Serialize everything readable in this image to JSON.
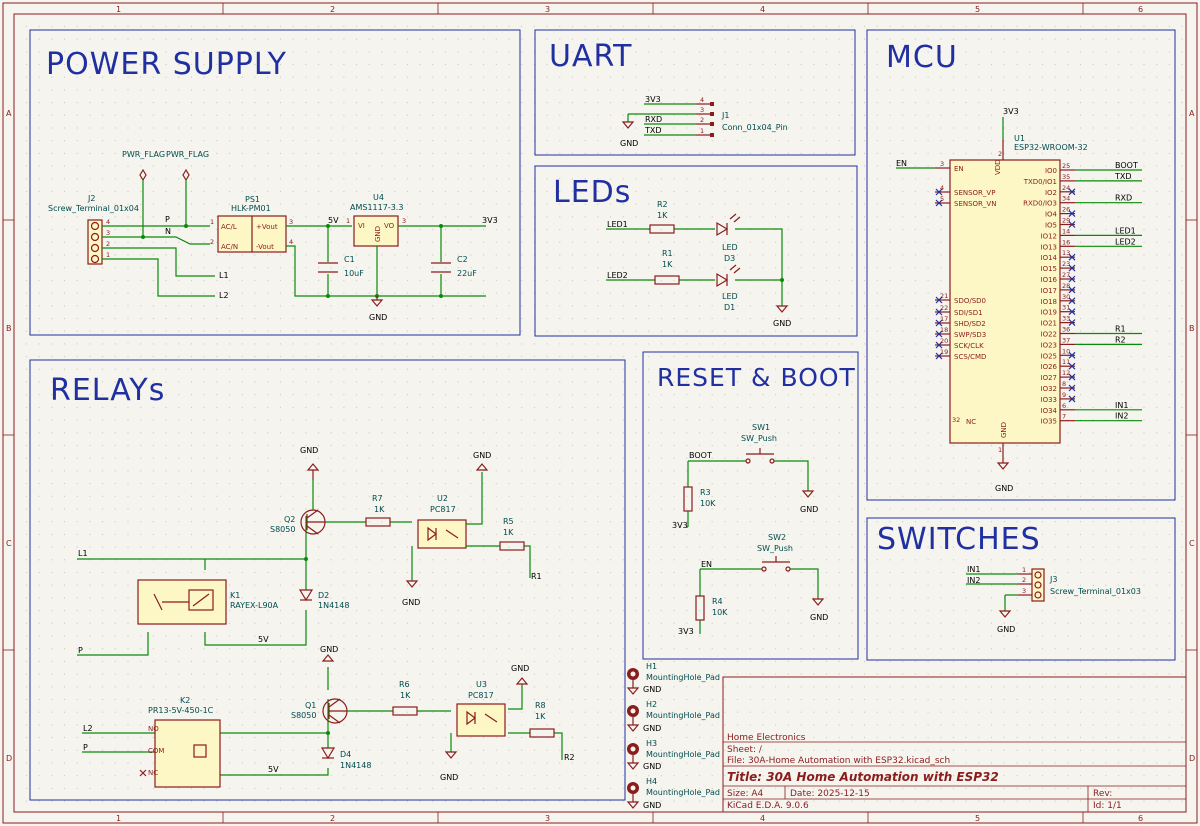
{
  "sections": {
    "power": "POWER SUPPLY",
    "uart": "UART",
    "mcu": "MCU",
    "leds": "LEDs",
    "relays": "RELAYs",
    "reset": "RESET & BOOT",
    "switches": "SWITCHES"
  },
  "frame": {
    "cols": [
      "1",
      "2",
      "3",
      "4",
      "5",
      "6"
    ],
    "rows": [
      "A",
      "B",
      "C",
      "D"
    ]
  },
  "power": {
    "j2_ref": "J2",
    "j2_val": "Screw_Terminal_01x04",
    "pwr_flag1": "PWR_FLAG",
    "pwr_flag2": "PWR_FLAG",
    "ps1_ref": "PS1",
    "ps1_val": "HLK-PM01",
    "ps1_pins": [
      "AC/L",
      "AC/N",
      "+Vout",
      "-Vout"
    ],
    "u4_ref": "U4",
    "u4_val": "AMS1117-3.3",
    "u4_pins": [
      "VI",
      "VO",
      "GND"
    ],
    "c1_ref": "C1",
    "c1_val": "10uF",
    "c2_ref": "C2",
    "c2_val": "22uF",
    "nets": {
      "p": "P",
      "n": "N",
      "v5": "5V",
      "v33": "3V3",
      "l1": "L1",
      "l2": "L2",
      "gnd": "GND"
    },
    "pin_nums": [
      "1",
      "2",
      "3",
      "4",
      "1",
      "2",
      "3",
      "4",
      "1",
      "3",
      "2"
    ]
  },
  "uart": {
    "j1_ref": "J1",
    "j1_val": "Conn_01x04_Pin",
    "nets": [
      "3V3",
      "RXD",
      "TXD",
      "GND"
    ],
    "pin_nums": [
      "4",
      "3",
      "2",
      "1"
    ]
  },
  "mcu": {
    "u1_ref": "U1",
    "u1_val": "ESP32-WROOM-32",
    "vdd": "VDD",
    "gnd_pin": "GND",
    "nc": "NC",
    "supply": "3V3",
    "gnd": "GND",
    "left_pins": [
      {
        "name": "EN",
        "num": "3"
      },
      {
        "name": "SENSOR_VP",
        "num": "4"
      },
      {
        "name": "SENSOR_VN",
        "num": "5"
      },
      {
        "name": "SDO/SD0",
        "num": "21"
      },
      {
        "name": "SDI/SD1",
        "num": "22"
      },
      {
        "name": "SHD/SD2",
        "num": "17"
      },
      {
        "name": "SWP/SD3",
        "num": "18"
      },
      {
        "name": "SCK/CLK",
        "num": "20"
      },
      {
        "name": "SCS/CMD",
        "num": "19"
      }
    ],
    "right_pins": [
      {
        "name": "IO0",
        "num": "25",
        "net": "BOOT"
      },
      {
        "name": "TXD0/IO1",
        "num": "35",
        "net": "TXD"
      },
      {
        "name": "IO2",
        "num": "24",
        "net": ""
      },
      {
        "name": "RXD0/IO3",
        "num": "34",
        "net": "RXD"
      },
      {
        "name": "IO4",
        "num": "26",
        "net": ""
      },
      {
        "name": "IO5",
        "num": "29",
        "net": ""
      },
      {
        "name": "IO12",
        "num": "14",
        "net": "LED1"
      },
      {
        "name": "IO13",
        "num": "16",
        "net": "LED2"
      },
      {
        "name": "IO14",
        "num": "13",
        "net": ""
      },
      {
        "name": "IO15",
        "num": "23",
        "net": ""
      },
      {
        "name": "IO16",
        "num": "27",
        "net": ""
      },
      {
        "name": "IO17",
        "num": "28",
        "net": ""
      },
      {
        "name": "IO18",
        "num": "30",
        "net": ""
      },
      {
        "name": "IO19",
        "num": "31",
        "net": ""
      },
      {
        "name": "IO21",
        "num": "33",
        "net": ""
      },
      {
        "name": "IO22",
        "num": "36",
        "net": "R1"
      },
      {
        "name": "IO23",
        "num": "37",
        "net": "R2"
      },
      {
        "name": "IO25",
        "num": "10",
        "net": ""
      },
      {
        "name": "IO26",
        "num": "11",
        "net": ""
      },
      {
        "name": "IO27",
        "num": "12",
        "net": ""
      },
      {
        "name": "IO32",
        "num": "8",
        "net": ""
      },
      {
        "name": "IO33",
        "num": "9",
        "net": ""
      },
      {
        "name": "IO34",
        "num": "6",
        "net": "IN1"
      },
      {
        "name": "IO35",
        "num": "7",
        "net": "IN2"
      }
    ],
    "en_net": "EN",
    "vdd_num": "2",
    "gnd_num": "1",
    "nc_num": "32"
  },
  "leds": {
    "r2_ref": "R2",
    "r2_val": "1K",
    "r1_ref": "R1",
    "r1_val": "1K",
    "d3_ref": "D3",
    "d3_val": "LED",
    "d1_ref": "D1",
    "d1_val": "LED",
    "nets": {
      "led1": "LED1",
      "led2": "LED2",
      "gnd": "GND"
    }
  },
  "relays": {
    "q2_ref": "Q2",
    "q2_val": "S8050",
    "q1_ref": "Q1",
    "q1_val": "S8050",
    "r7_ref": "R7",
    "r7_val": "1K",
    "r6_ref": "R6",
    "r6_val": "1K",
    "r5_ref": "R5",
    "r5_val": "1K",
    "r8_ref": "R8",
    "r8_val": "1K",
    "u2_ref": "U2",
    "u2_val": "PC817",
    "u3_ref": "U3",
    "u3_val": "PC817",
    "k1_ref": "K1",
    "k1_val": "RAYEX-L90A",
    "k2_ref": "K2",
    "k2_val": "PR13-5V-450-1C",
    "d2_ref": "D2",
    "d2_val": "1N4148",
    "d4_ref": "D4",
    "d4_val": "1N4148",
    "nets": {
      "l1": "L1",
      "l2": "L2",
      "p": "P",
      "v5": "5V",
      "gnd": "GND",
      "r1": "R1",
      "r2": "R2"
    },
    "k2_pins": [
      "NO",
      "COM",
      "NC"
    ]
  },
  "reset": {
    "sw1_ref": "SW1",
    "sw1_val": "SW_Push",
    "sw2_ref": "SW2",
    "sw2_val": "SW_Push",
    "r3_ref": "R3",
    "r3_val": "10K",
    "r4_ref": "R4",
    "r4_val": "10K",
    "nets": {
      "boot": "BOOT",
      "en": "EN",
      "v33": "3V3",
      "gnd": "GND"
    }
  },
  "switches": {
    "j3_ref": "J3",
    "j3_val": "Screw_Terminal_01x03",
    "nets": {
      "in1": "IN1",
      "in2": "IN2",
      "gnd": "GND"
    }
  },
  "mounting": [
    {
      "ref": "H1",
      "val": "MountingHole_Pad"
    },
    {
      "ref": "H2",
      "val": "MountingHole_Pad"
    },
    {
      "ref": "H3",
      "val": "MountingHole_Pad"
    },
    {
      "ref": "H4",
      "val": "MountingHole_Pad"
    }
  ],
  "title_block": {
    "company": "Home Electronics",
    "sheet": "Sheet: /",
    "file": "File: 30A-Home Automation with ESP32.kicad_sch",
    "title": "Title: 30A Home Automation with ESP32",
    "size": "Size: A4",
    "date": "Date: 2025-12-15",
    "rev": "Rev:",
    "tool": "KiCad E.D.A. 9.0.6",
    "id": "Id: 1/1"
  }
}
